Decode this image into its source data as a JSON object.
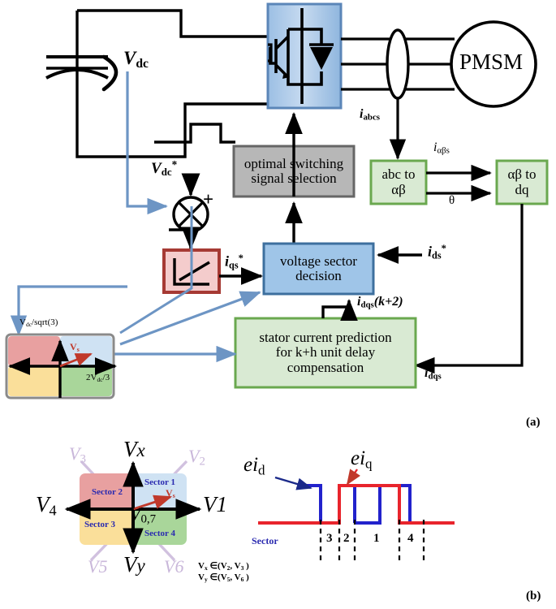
{
  "figure": {
    "panel_a_label": "(a)",
    "panel_b_label": "(b)"
  },
  "power_stage": {
    "dc_link_label": "V",
    "dc_link_sub": "dc",
    "inverter_name": "three-phase-inverter",
    "motor_label": "PMSM",
    "current_sensor_label": "i",
    "current_sensor_sub": "abcs"
  },
  "blocks": {
    "abc_to_alphabeta": {
      "line1": "abc to",
      "line2": "αβ",
      "fill": "#d9ead3",
      "border": "#6aa84f"
    },
    "alphabeta_to_dq": {
      "line1": "αβ to",
      "line2": "dq",
      "fill": "#d9ead3",
      "border": "#6aa84f"
    },
    "optimal_switching": {
      "line1": "optimal switching",
      "line2": "signal selection",
      "fill": "#b7b7b7",
      "border": "#666666"
    },
    "voltage_sector_decision": {
      "line1": "voltage sector",
      "line2": "decision",
      "fill": "#9fc5e8",
      "border": "#3d6f9e"
    },
    "stator_current_prediction": {
      "line1": "stator current prediction",
      "line2": "for k+h unit delay",
      "line3": "compensation",
      "fill": "#d9ead3",
      "border": "#6aa84f"
    },
    "pi_controller": {
      "name": "pi-controller",
      "fill": "#f4cccc",
      "border": "#a63a34"
    }
  },
  "signals": {
    "vdc_ref": {
      "base": "V",
      "sub": "dc",
      "sup": "*"
    },
    "iqs_ref": {
      "base": "i",
      "sub": "qs",
      "sup": "*"
    },
    "ids_ref": {
      "base": "i",
      "sub": "ds",
      "sup": "*"
    },
    "i_alphabeta_s": {
      "base": "i",
      "sub": "αβs"
    },
    "i_dqs_k2": {
      "base": "i",
      "sub": "dqs",
      "tail": "(k+2)"
    },
    "i_dqs": {
      "base": "i",
      "sub": "dqs"
    },
    "theta": "θ",
    "plus": "+",
    "minus": "−"
  },
  "sector_map_inset": {
    "y_axis_label": "V",
    "y_axis_sub": "dc",
    "y_axis_tail": "/sqrt(3)",
    "x_axis_label": "2V",
    "x_axis_sub": "dc",
    "x_axis_tail": "/3",
    "vs_label": "V",
    "vs_sub": "s",
    "quadrant_colors": {
      "top_left": "#e8a0a0",
      "top_right": "#cfe2f3",
      "bottom_left": "#fadf9a",
      "bottom_right": "#a9d69a"
    }
  },
  "sector_diagram": {
    "axis_labels": {
      "top": "V",
      "top_it": "x",
      "bottom": "V",
      "bottom_it": "y",
      "right": "V1",
      "left": "V",
      "left_sub": "4"
    },
    "zero_vector": {
      "base": "V",
      "sub": "0,7"
    },
    "vs_label": "V",
    "vs_sub": "s",
    "ghost_vectors": [
      {
        "label": "V",
        "sub": "3"
      },
      {
        "label": "V",
        "sub": "2"
      },
      {
        "label": "V5"
      },
      {
        "label": "V6"
      }
    ],
    "sectors": [
      {
        "name": "Sector 1",
        "color": "#cfe2f3"
      },
      {
        "name": "Sector 2",
        "color": "#e8a0a0"
      },
      {
        "name": "Sector 3",
        "color": "#fadf9a"
      },
      {
        "name": "Sector 4",
        "color": "#a9d69a"
      }
    ],
    "constraints": [
      {
        "lhs": "V",
        "lhs_sub": "x",
        "op": "∈",
        "set": "(V",
        "s1": "2",
        "mid": ", V",
        "s2": "3",
        "close": " )"
      },
      {
        "lhs": "V",
        "lhs_sub": "y",
        "op": "∈",
        "set": "(V",
        "s1": "5",
        "mid": ", V",
        "s2": "6",
        "close": " )"
      }
    ]
  },
  "waveform": {
    "ei_d_label": "ei",
    "ei_d_sub": "d",
    "ei_q_label": "ei",
    "ei_q_sub": "q",
    "sector_axis_label": "Sector",
    "sector_ticks": [
      "3",
      "2",
      "1",
      "4"
    ],
    "colors": {
      "ei_d": "#2222cc",
      "ei_q": "#e8242c"
    }
  }
}
